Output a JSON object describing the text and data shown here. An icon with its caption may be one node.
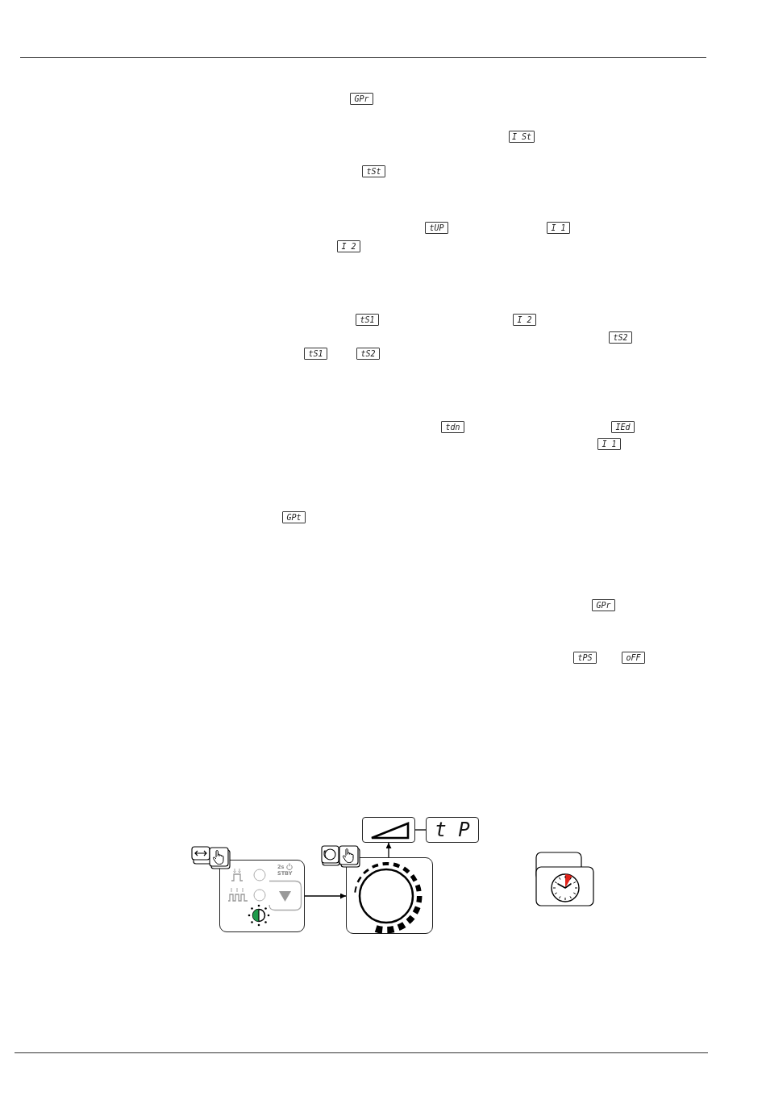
{
  "diagram": {
    "nodes": [
      {
        "text": [],
        "shape": "box"
      },
      {
        "text": [
          "t P"
        ]
      },
      {
        "text": [
          "2s",
          "STBY"
        ]
      },
      {
        "text": [],
        "shape": "box"
      }
    ],
    "edges": [
      {
        "from": 2,
        "to": 3,
        "arrow": "to"
      },
      {
        "from": 3,
        "to": 0,
        "arrow": "to"
      },
      {
        "from": 0,
        "to": 1,
        "arrow": "none"
      }
    ],
    "labels": [
      "GPr",
      "I St",
      "tSt",
      "tUP",
      "I 1",
      "I 2",
      "tS1",
      "I 2",
      "tS2",
      "tS1",
      "tS2",
      "tdn",
      "IEd",
      "I 1",
      "GPt",
      "GPr",
      "tPS",
      "oFF"
    ]
  }
}
